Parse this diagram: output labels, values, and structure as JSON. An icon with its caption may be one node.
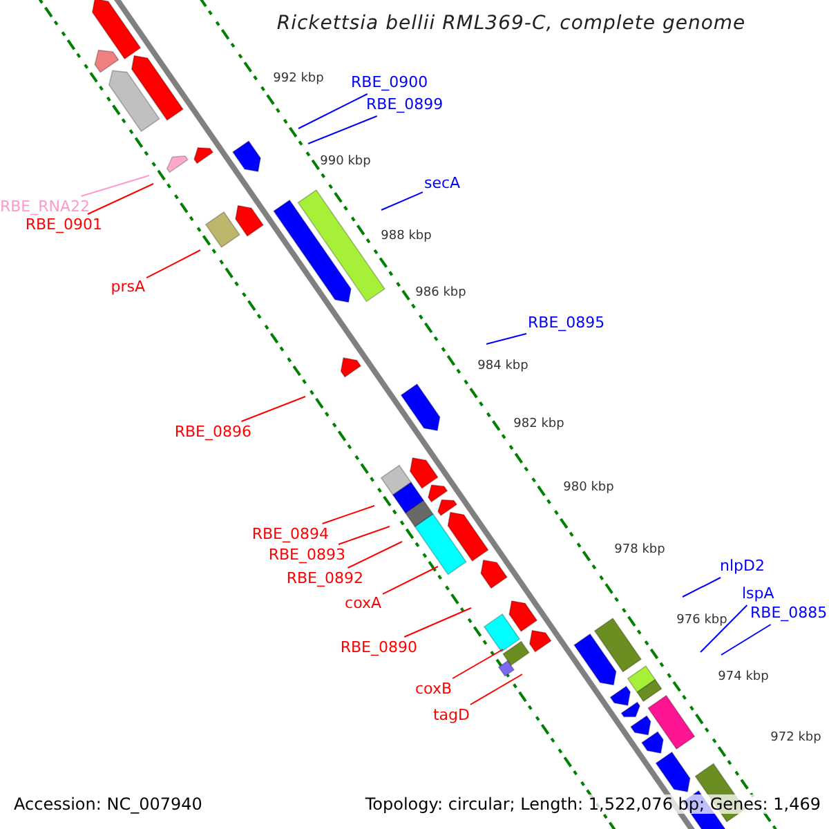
{
  "diagram": {
    "title": "Rickettsia bellii RML369-C, complete genome",
    "nodes": [
      {
        "text": [
          "RBE_0900"
        ]
      },
      {
        "text": [
          "RBE_0899"
        ]
      },
      {
        "text": [
          "secA"
        ]
      },
      {
        "text": [
          "RBE_RNA22"
        ]
      },
      {
        "text": [
          "RBE_0901"
        ]
      },
      {
        "text": [
          "prsA"
        ]
      },
      {
        "text": [
          "RBE_0895"
        ]
      },
      {
        "text": [
          "RBE_0896"
        ]
      },
      {
        "text": [
          "RBE_0894"
        ]
      },
      {
        "text": [
          "RBE_0893"
        ]
      },
      {
        "text": [
          "nlpD2"
        ]
      },
      {
        "text": [
          "RBE_0892"
        ]
      },
      {
        "text": [
          "lspA"
        ]
      },
      {
        "text": [
          "coxA"
        ]
      },
      {
        "text": [
          "RBE_0885"
        ]
      },
      {
        "text": [
          "RBE_0890"
        ]
      },
      {
        "text": [
          "coxB"
        ]
      },
      {
        "text": [
          "tagD"
        ]
      }
    ],
    "edges": [
      {
        "from": 0,
        "to": null,
        "arrow": "none",
        "color": "#0000ff"
      },
      {
        "from": 1,
        "to": null,
        "arrow": "none",
        "color": "#0000ff"
      },
      {
        "from": 2,
        "to": null,
        "arrow": "none",
        "color": "#0000ff"
      },
      {
        "from": 3,
        "to": null,
        "arrow": "none",
        "color": "#ff99cc"
      },
      {
        "from": 4,
        "to": null,
        "arrow": "none"
      },
      {
        "from": 5,
        "to": null,
        "arrow": "none"
      },
      {
        "from": 6,
        "to": null,
        "arrow": "none",
        "color": "#0000ff"
      },
      {
        "from": 7,
        "to": null,
        "arrow": "none"
      },
      {
        "from": 8,
        "to": null,
        "arrow": "none"
      },
      {
        "from": 9,
        "to": null,
        "arrow": "none"
      },
      {
        "from": 10,
        "to": null,
        "arrow": "none",
        "color": "#0000ff"
      },
      {
        "from": 11,
        "to": null,
        "arrow": "none"
      },
      {
        "from": 12,
        "to": null,
        "arrow": "none",
        "color": "#0000ff"
      },
      {
        "from": 13,
        "to": null,
        "arrow": "none"
      },
      {
        "from": 14,
        "to": null,
        "arrow": "none",
        "color": "#0000ff"
      },
      {
        "from": 15,
        "to": null,
        "arrow": "none"
      },
      {
        "from": 16,
        "to": null,
        "arrow": "none"
      },
      {
        "from": 17,
        "to": null,
        "arrow": "none"
      }
    ],
    "labels": [
      "992 kbp",
      "990 kbp",
      "988 kbp",
      "986 kbp",
      "984 kbp",
      "982 kbp",
      "980 kbp",
      "978 kbp",
      "976 kbp",
      "974 kbp",
      "972 kbp",
      "Accession: NC_007940",
      "Topology: circular; Length: 1,522,076 bp; Genes: 1,469"
    ]
  }
}
